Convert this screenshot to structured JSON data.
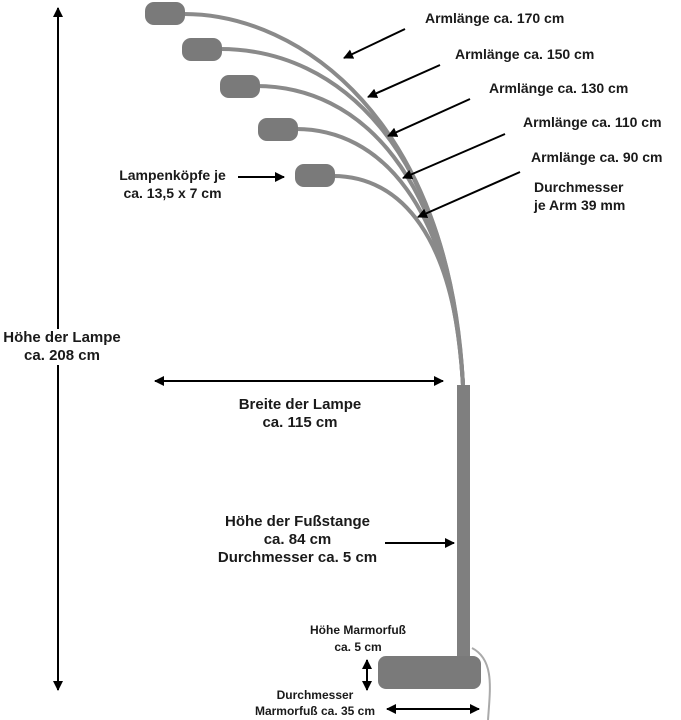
{
  "annotations": {
    "arm_170": "Armlänge ca. 170 cm",
    "arm_150": "Armlänge ca. 150 cm",
    "arm_130": "Armlänge ca. 130 cm",
    "arm_110": "Armlänge ca. 110 cm",
    "arm_90": "Armlänge ca. 90 cm",
    "arm_diameter": [
      "Durchmesser",
      "je Arm 39 mm"
    ],
    "lamp_heads": [
      "Lampenköpfe je",
      "ca. 13,5 x 7 cm"
    ],
    "lamp_height": [
      "Höhe der Lampe",
      "ca. 208 cm"
    ],
    "lamp_width": [
      "Breite der Lampe",
      "ca. 115 cm"
    ],
    "pole": [
      "Höhe der Fußstange",
      "ca. 84 cm",
      "Durchmesser ca. 5 cm"
    ],
    "base_height": [
      "Höhe Marmorfuß",
      "ca. 5 cm"
    ],
    "base_diameter": [
      "Durchmesser",
      "Marmorfuß ca. 35 cm"
    ]
  },
  "colors": {
    "lamp": "#7a7a7a",
    "arm": "#8a8a8a",
    "line": "#000000",
    "text": "#1a1a1a"
  }
}
